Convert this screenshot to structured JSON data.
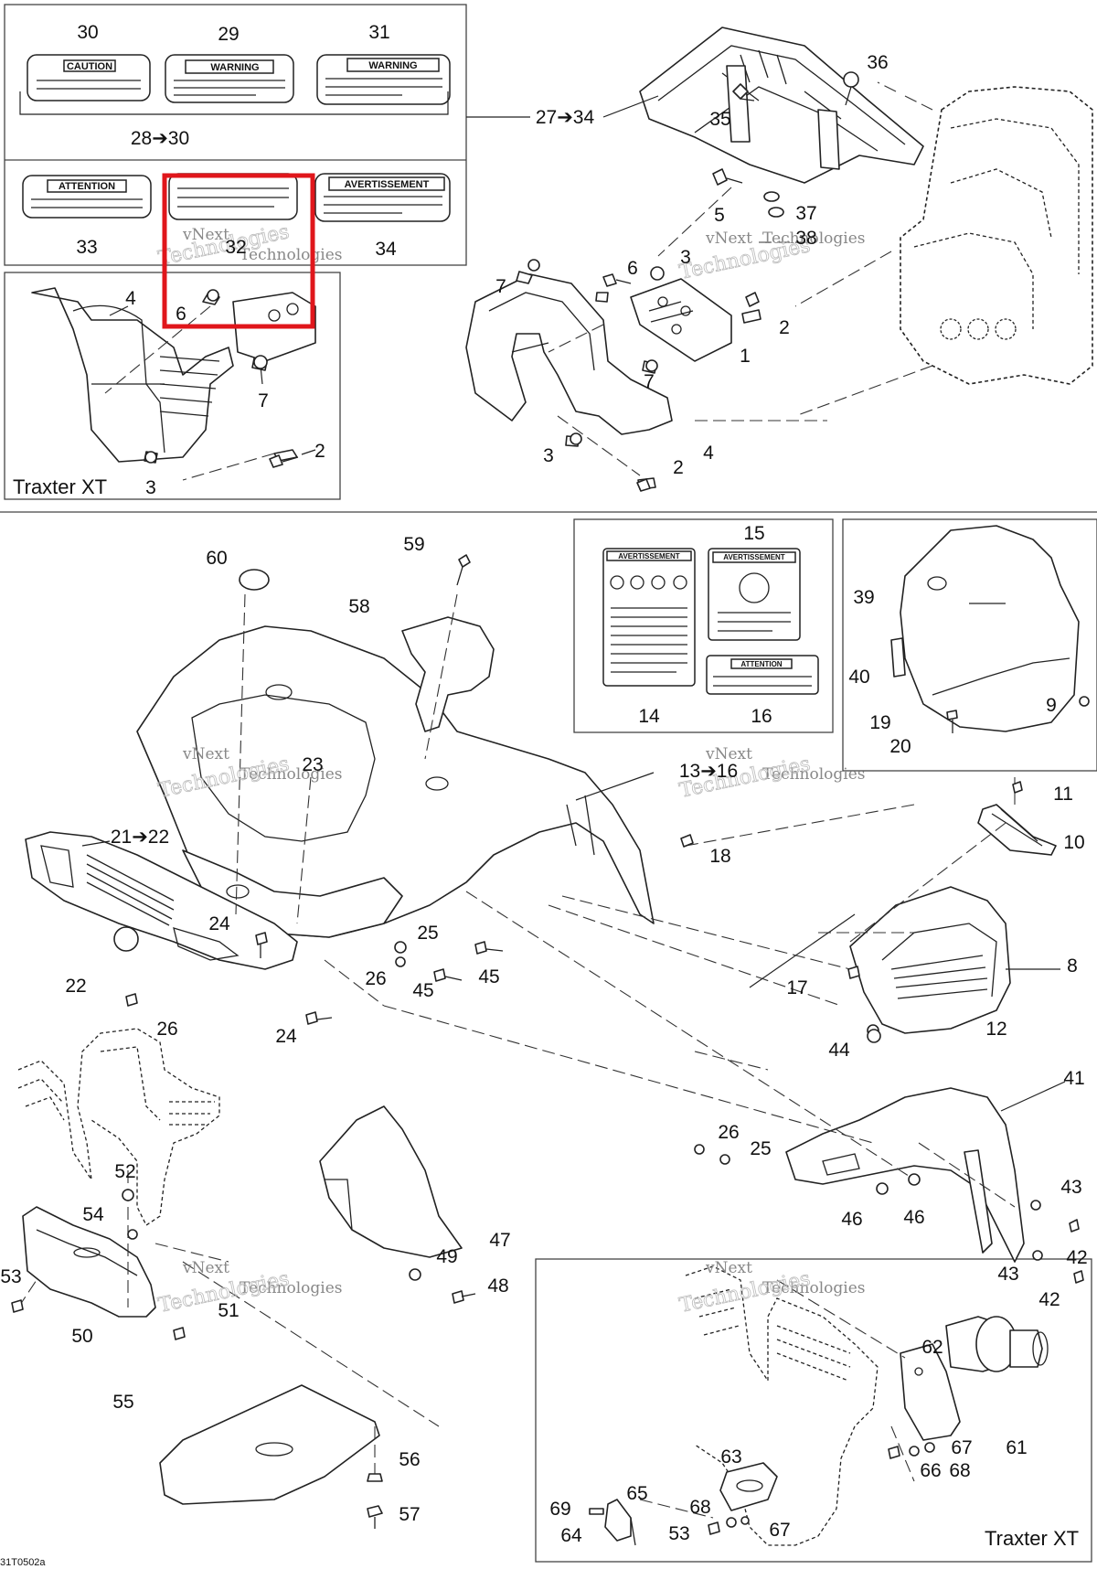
{
  "figure_id": "31T0502a",
  "section_labels": {
    "top_left_variant": "Traxter XT",
    "bottom_right_variant": "Traxter XT"
  },
  "watermark": {
    "line1": "vNext",
    "line2": "Technologies"
  },
  "decals": {
    "d30": {
      "heading": "CAUTION"
    },
    "d29": {
      "heading": "WARNING"
    },
    "d31": {
      "heading": "WARNING"
    },
    "d33": {
      "heading": "ATTENTION"
    },
    "d34": {
      "heading": "AVERTISSEMENT"
    },
    "d14": {
      "heading": "AVERTISSEMENT"
    },
    "d15": {
      "heading": "AVERTISSEMENT"
    },
    "d16": {
      "heading": "ATTENTION"
    }
  },
  "callouts": {
    "c30": "30",
    "c29": "29",
    "c31": "31",
    "c28_30": "28➔30",
    "c33": "33",
    "c32": "32",
    "c34": "34",
    "c27_34": "27➔34",
    "c35": "35",
    "c36": "36",
    "c5": "5",
    "c37": "37",
    "c38": "38",
    "c4a": "4",
    "c6a": "6",
    "c7a": "7",
    "c2a": "2",
    "c3a": "3",
    "c7b": "7",
    "c6b": "6",
    "c3b": "3",
    "c2b": "2",
    "c1": "1",
    "c7c": "7",
    "c3c": "3",
    "c2c": "2",
    "c4b": "4",
    "c60": "60",
    "c59": "59",
    "c58": "58",
    "c23": "23",
    "c13_16": "13➔16",
    "c15": "15",
    "c14": "14",
    "c16": "16",
    "c39": "39",
    "c40": "40",
    "c9": "9",
    "c19": "19",
    "c20": "20",
    "c21_22": "21➔22",
    "c18": "18",
    "c11": "11",
    "c10": "10",
    "c24a": "24",
    "c25a": "25",
    "c26a": "26",
    "c45a": "45",
    "c45b": "45",
    "c22": "22",
    "c26b": "26",
    "c24b": "24",
    "c8": "8",
    "c17": "17",
    "c12": "12",
    "c44": "44",
    "c41": "41",
    "c26c": "26",
    "c25b": "25",
    "c46a": "46",
    "c46b": "46",
    "c43a": "43",
    "c42a": "42",
    "c43b": "43",
    "c42b": "42",
    "c52": "52",
    "c54": "54",
    "c53a": "53",
    "c50": "50",
    "c51": "51",
    "c47": "47",
    "c49": "49",
    "c48": "48",
    "c55": "55",
    "c56": "56",
    "c57": "57",
    "c62": "62",
    "c61": "61",
    "c67a": "67",
    "c66": "66",
    "c68a": "68",
    "c63": "63",
    "c65": "65",
    "c69": "69",
    "c64": "64",
    "c68b": "68",
    "c53b": "53",
    "c67b": "67"
  }
}
